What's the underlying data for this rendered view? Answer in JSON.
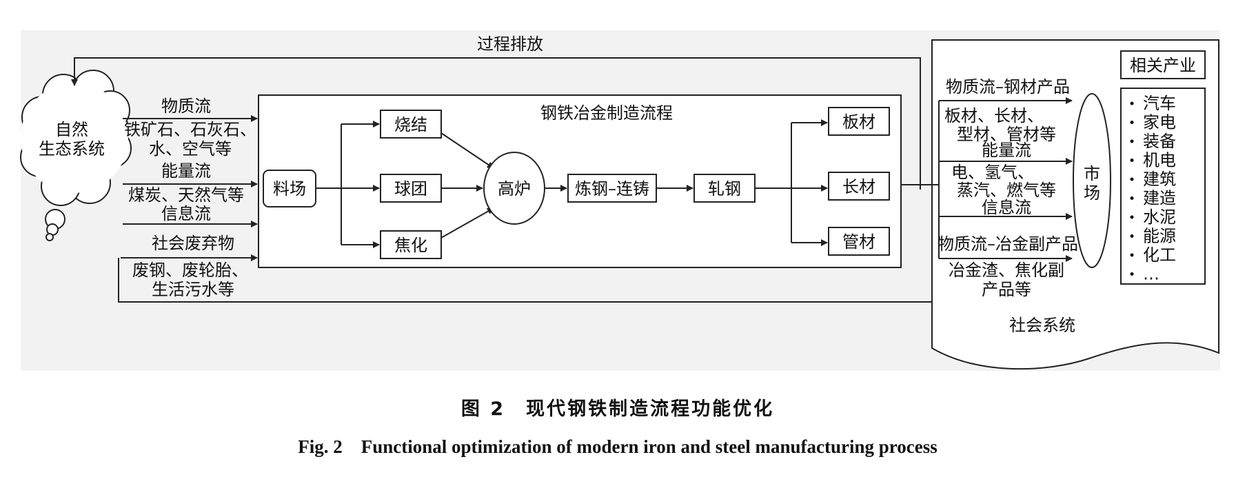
{
  "nature": {
    "line1": "自然",
    "line2": "生态系统"
  },
  "process_emission": "过程排放",
  "inputs": {
    "material_flow": "物质流",
    "material_items_1": "铁矿石、石灰石、",
    "material_items_2": "水、空气等",
    "energy_flow": "能量流",
    "energy_items": "煤炭、天然气等",
    "info_flow": "信息流",
    "waste": "社会废弃物",
    "waste_items_1": "废钢、废轮胎、",
    "waste_items_2": "生活污水等"
  },
  "process": {
    "title": "钢铁冶金制造流程",
    "yard": "料场",
    "sinter": "烧结",
    "pellet": "球团",
    "coking": "焦化",
    "blast_furnace": "高炉",
    "steelmaking": "炼钢–连铸",
    "rolling": "轧钢",
    "plate": "板材",
    "long": "长材",
    "tube": "管材"
  },
  "outputs": {
    "material_steel": "物质流–钢材产品",
    "steel_items_1": "板材、长材、",
    "steel_items_2": "型材、管材等",
    "energy_flow": "能量流",
    "energy_items_1": "电、氢气、",
    "energy_items_2": "蒸汽、燃气等",
    "info_flow": "信息流",
    "material_byproduct": "物质流–冶金副产品",
    "byproduct_items_1": "冶金渣、焦化副",
    "byproduct_items_2": "产品等"
  },
  "market": "市场",
  "social_system": "社会系统",
  "industries": {
    "title": "相关产业",
    "items": [
      "汽车",
      "家电",
      "装备",
      "机电",
      "建筑",
      "建造",
      "水泥",
      "能源",
      "化工",
      "…"
    ]
  },
  "caption": {
    "zh": "图 2　现代钢铁制造流程功能优化",
    "en": "Fig. 2　Functional optimization of modern iron and steel manufacturing process"
  }
}
